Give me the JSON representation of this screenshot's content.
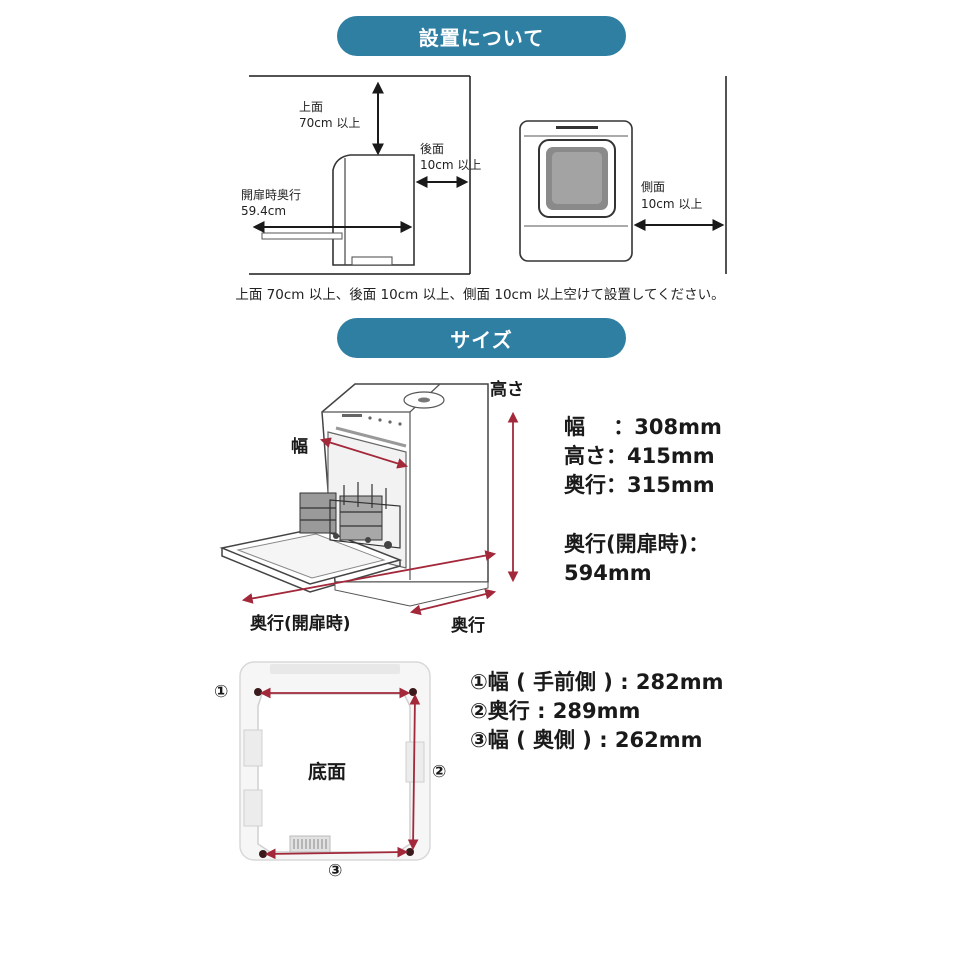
{
  "section1": {
    "title": "設置について",
    "top_label_1": "上面",
    "top_label_2": "70cm 以上",
    "rear_label_1": "後面",
    "rear_label_2": "10cm 以上",
    "door_label_1": "開扉時奥行",
    "door_label_2": "59.4cm",
    "side_label_1": "側面",
    "side_label_2": "10cm 以上",
    "note": "上面 70cm 以上、後面 10cm 以上、側面 10cm 以上空けて設置してください。"
  },
  "section2": {
    "title": "サイズ",
    "label_height": "高さ",
    "label_width": "幅",
    "label_depth_open": "奥行(開扉時)",
    "label_depth": "奥行",
    "specs": [
      "幅　 ：308mm",
      "高さ：415mm",
      "奥行：315mm"
    ],
    "open_depth_1": "奥行(開扉時)：",
    "open_depth_2": "594mm",
    "bottom_label": "底面",
    "marker_1": "①",
    "marker_2": "②",
    "marker_3": "③",
    "bottom_specs": [
      "①幅 ( 手前側 ) : 282mm",
      "②奥行 : 289mm",
      "③幅 ( 奥側 ) : 262mm"
    ]
  },
  "colors": {
    "pill": "#2f7fa3",
    "dimension_red": "#a2283a",
    "line_black": "#1a1a1a"
  }
}
